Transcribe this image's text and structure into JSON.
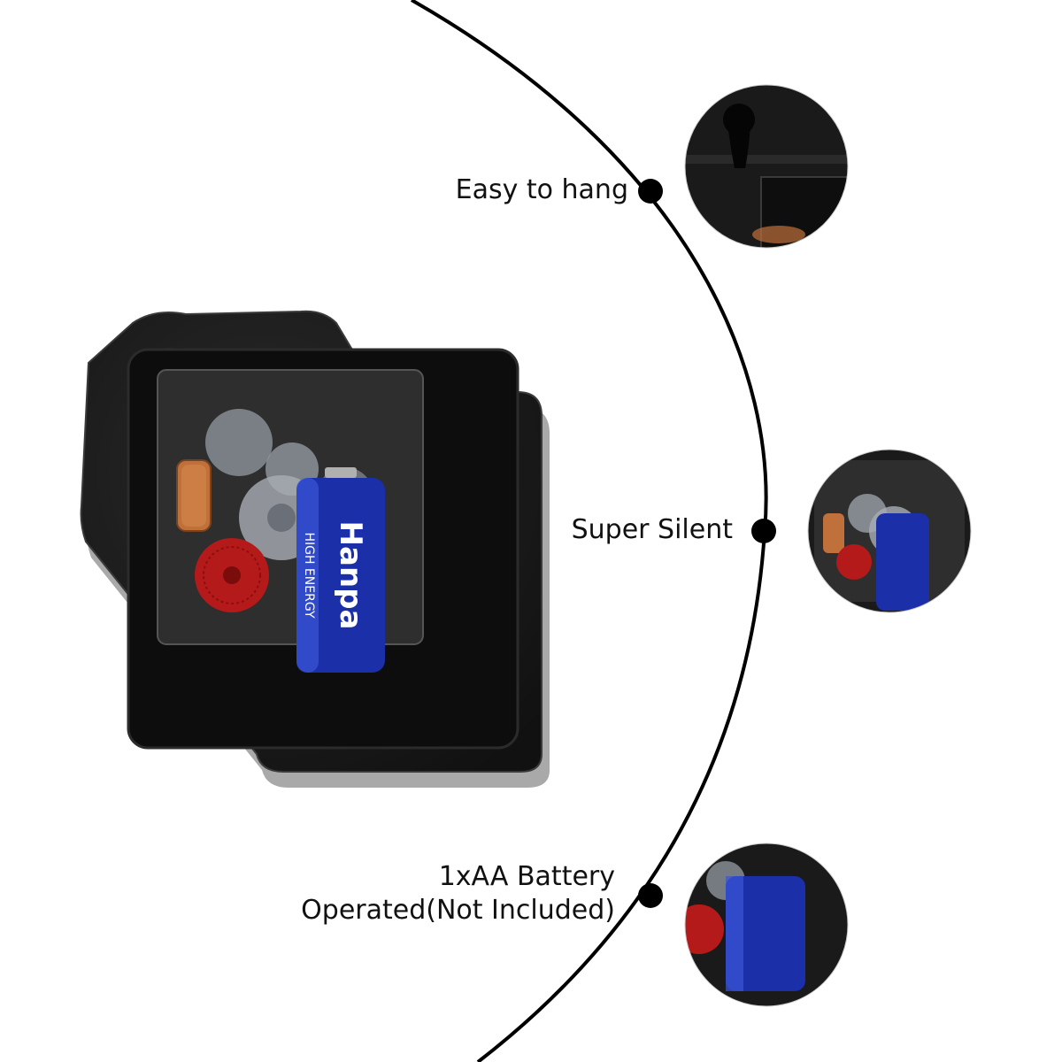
{
  "colors": {
    "background": "#ffffff",
    "arc_line": "#000000",
    "housing": "#1b1b1b",
    "housing_edge": "#3a3a3a",
    "gear_case": "#9aa0a8",
    "coil": "#c0703a",
    "dial_red": "#b51a1a",
    "battery_blue": "#1a2fa8",
    "text": "#111111"
  },
  "features": [
    {
      "id": "hang",
      "label": "Easy to hang",
      "lines": [
        "Easy to hang"
      ],
      "icon": "keyhole-icon"
    },
    {
      "id": "silent",
      "label": "Super Silent",
      "lines": [
        "Super Silent"
      ],
      "icon": "clock-movement-icon"
    },
    {
      "id": "battery",
      "label": "1xAA Battery Operated(Not Included)",
      "lines": [
        "1xAA Battery",
        "Operated(Not Included)"
      ],
      "icon": "battery-icon"
    }
  ],
  "battery_brand": "Hanpa",
  "battery_text": "HIGH ENERGY"
}
